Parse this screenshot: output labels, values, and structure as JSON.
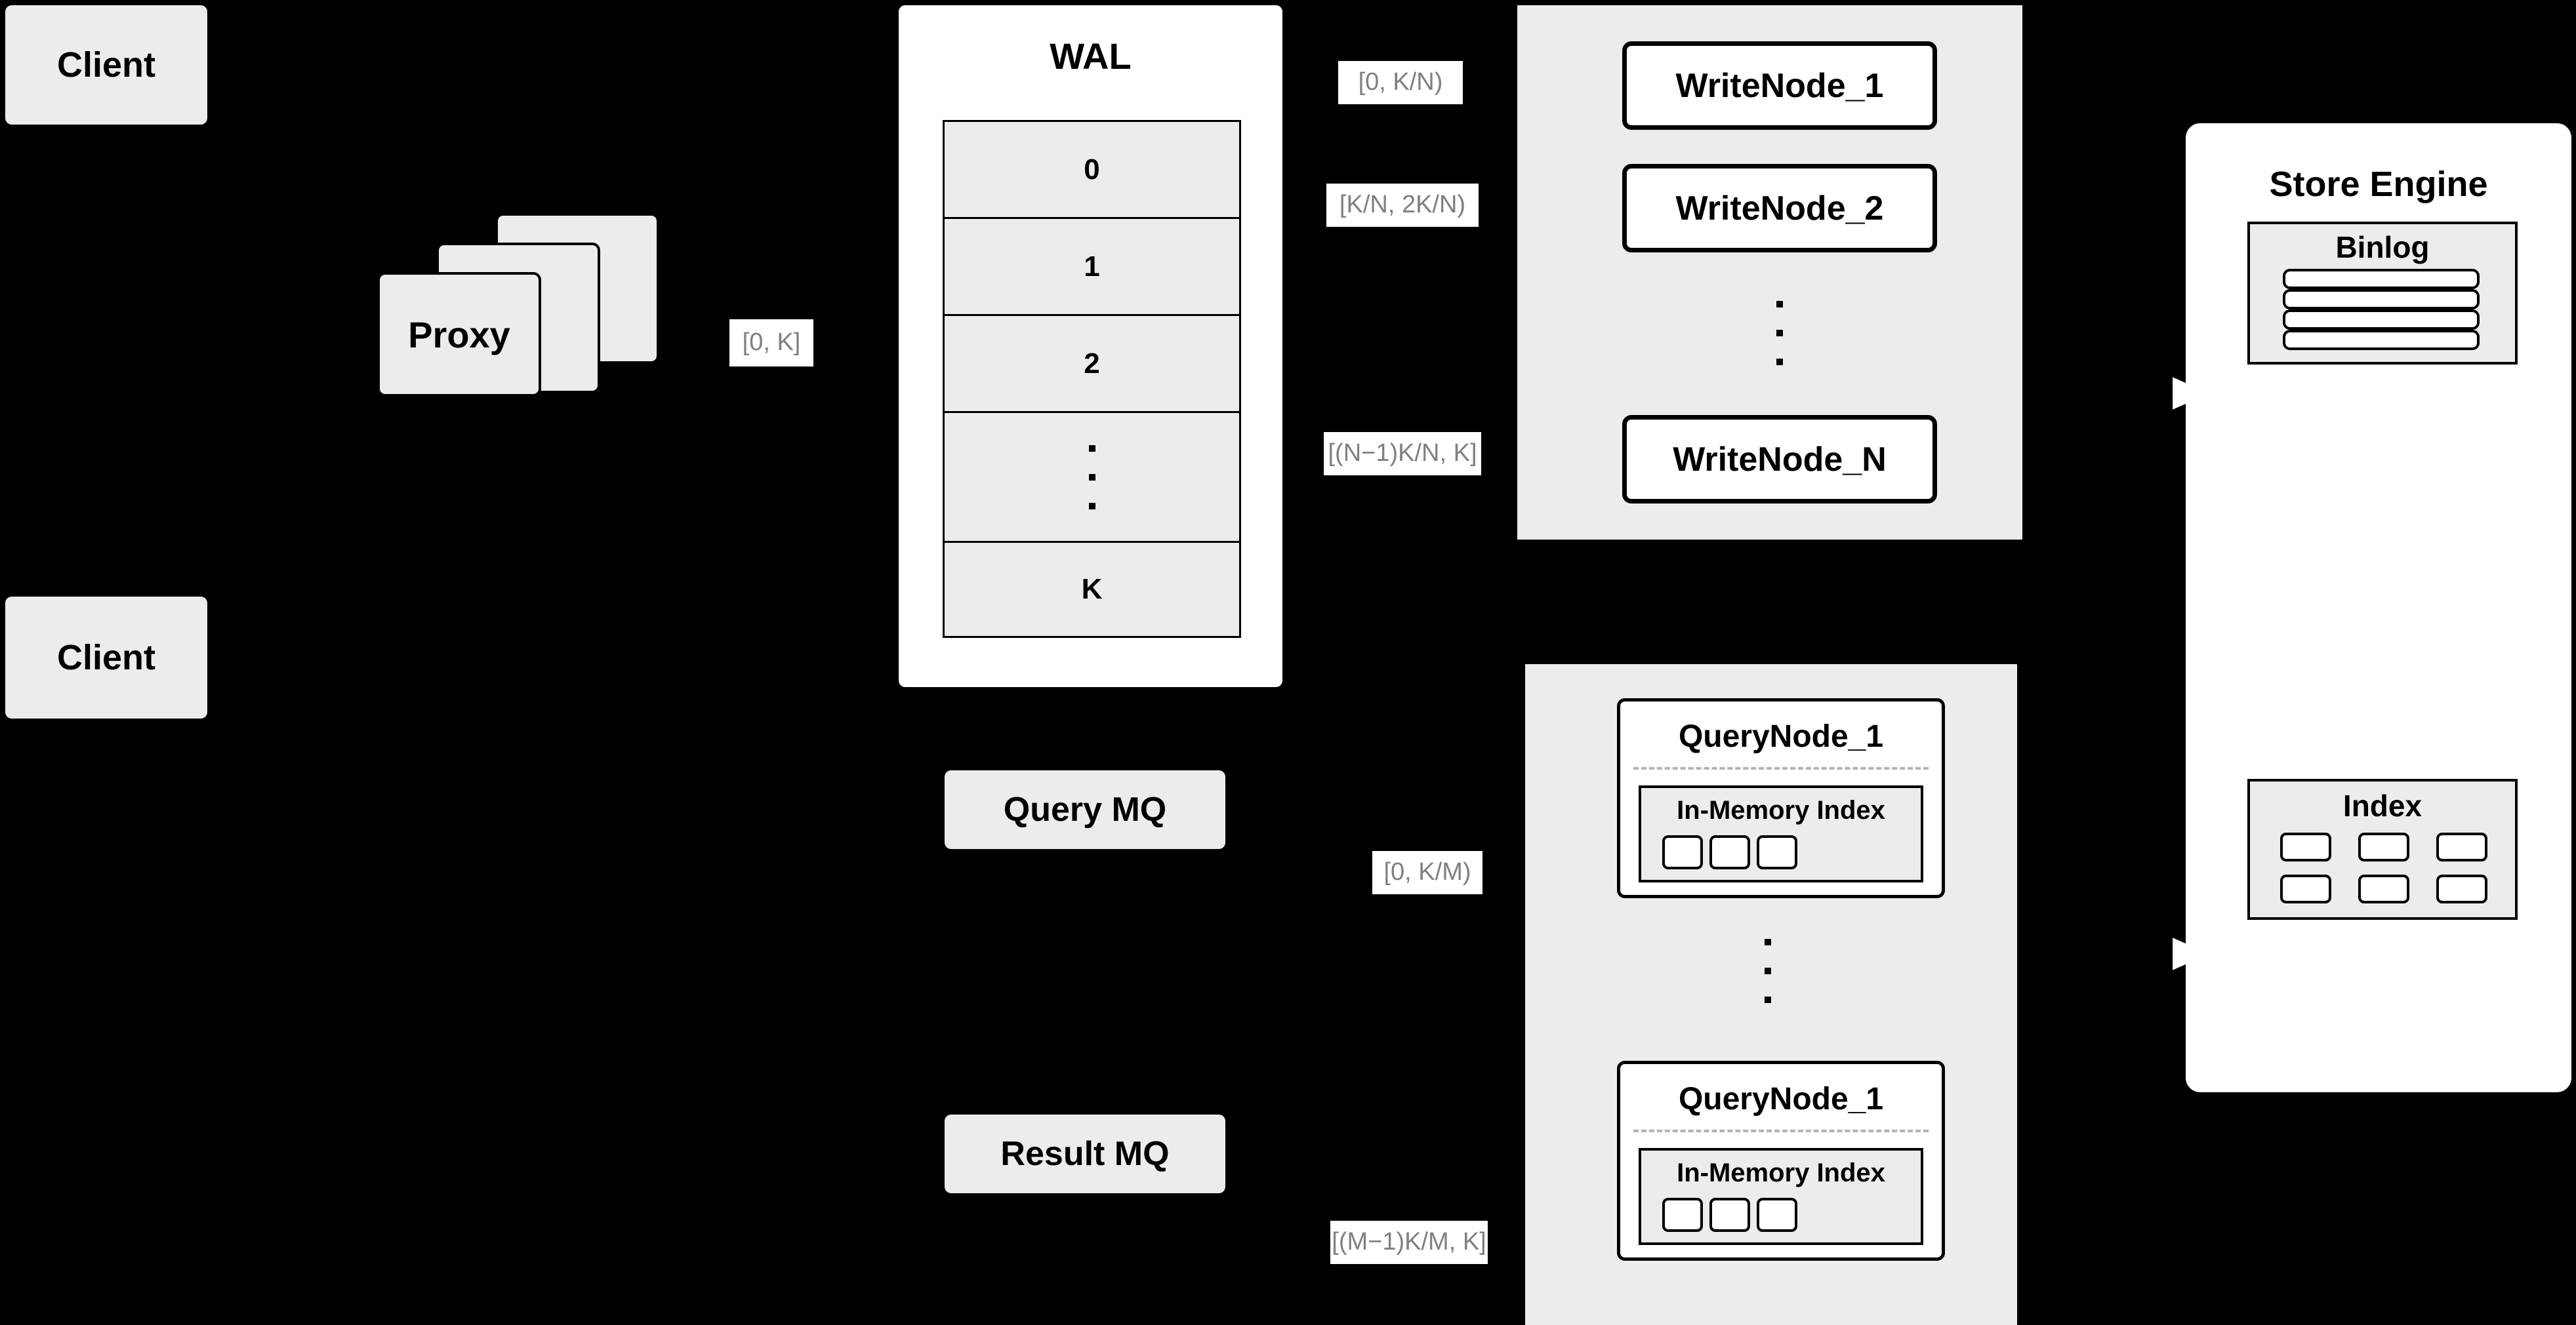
{
  "diagram": {
    "title": "Distributed vector database write/query architecture",
    "background_color": "#000000",
    "node_fill": "#ececec",
    "panel_fill": "#ffffff",
    "label_text_color": "#808080",
    "stroke_color": "#000000"
  },
  "clients": [
    {
      "label": "Client"
    },
    {
      "label": "Client"
    }
  ],
  "proxy": {
    "label": "Proxy",
    "stack_count": 3
  },
  "edge_labels": {
    "proxy_to_wal": "[0, K]",
    "wal_to_write_1": "[0,  K/N)",
    "wal_to_write_2": "[K/N, 2K/N)",
    "wal_to_write_n": "[(N−1)K/N,  K]",
    "mq_to_query_1": "[0, K/M)",
    "mq_to_query_m": "[(M−1)K/M, K]"
  },
  "wal": {
    "title": "WAL",
    "rows": [
      "0",
      "1",
      "2",
      "⋮",
      "K"
    ]
  },
  "message_queues": [
    {
      "label": "Query MQ"
    },
    {
      "label": "Result MQ"
    }
  ],
  "write_cluster": {
    "nodes": [
      {
        "label": "WriteNode_1"
      },
      {
        "label": "WriteNode_2"
      },
      {
        "label": "WriteNode_N"
      }
    ],
    "ellipsis_dots": 3
  },
  "query_cluster": {
    "nodes": [
      {
        "title": "QueryNode_1",
        "inner": {
          "title": "In-Memory Index",
          "slots": 3
        }
      },
      {
        "title": "QueryNode_1",
        "inner": {
          "title": "In-Memory Index",
          "slots": 3
        }
      }
    ],
    "ellipsis_dots": 3
  },
  "store_engine": {
    "title": "Store Engine",
    "binlog": {
      "title": "Binlog",
      "rows": 4
    },
    "index": {
      "title": "Index",
      "cells": 6,
      "columns": 3,
      "rows": 2
    }
  }
}
